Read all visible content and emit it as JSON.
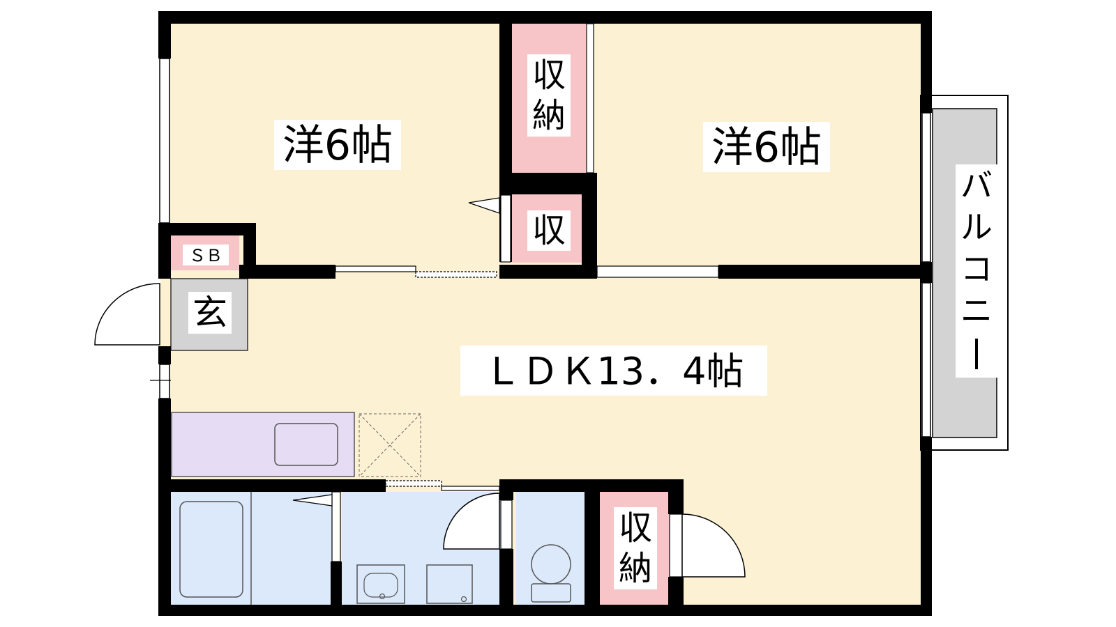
{
  "rooms": {
    "western_left": "洋6帖",
    "western_right": "洋6帖",
    "storage_top_chars": [
      "収",
      "納"
    ],
    "storage_small": "収",
    "shoe_box": "ＳＢ",
    "entrance": "玄",
    "ldk": "ＬＤＫ13．4帖",
    "storage_bottom_chars": [
      "収",
      "納"
    ],
    "balcony_chars": [
      "バ",
      "ル",
      "コ",
      "ニ",
      "ー"
    ]
  },
  "colors": {
    "room_fill": "#fdf1d3",
    "storage_fill": "#f7c5c8",
    "wet_area_fill": "#dbe9fb",
    "kitchen_fill": "#e6dcf3",
    "entrance_fill": "#d3d3d3",
    "balcony_fill": "#d3d3d3",
    "wall": "#000000"
  }
}
